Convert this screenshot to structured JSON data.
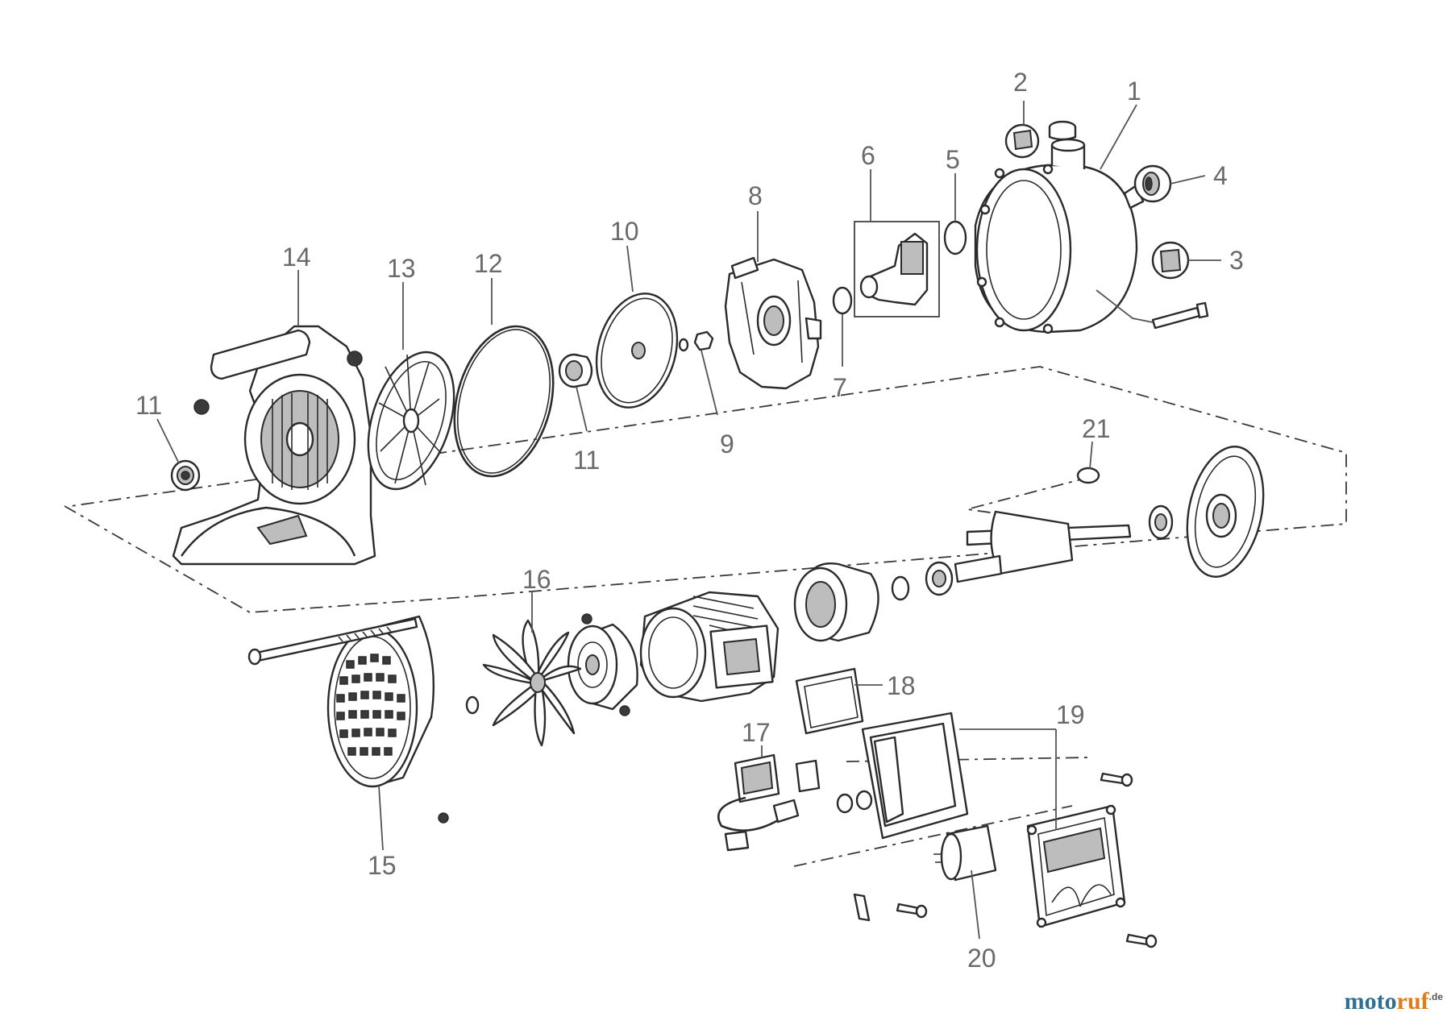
{
  "labels": [
    {
      "id": "1",
      "text": "1"
    },
    {
      "id": "2",
      "text": "2"
    },
    {
      "id": "3",
      "text": "3"
    },
    {
      "id": "4",
      "text": "4"
    },
    {
      "id": "5",
      "text": "5"
    },
    {
      "id": "6",
      "text": "6"
    },
    {
      "id": "7",
      "text": "7"
    },
    {
      "id": "8",
      "text": "8"
    },
    {
      "id": "9",
      "text": "9"
    },
    {
      "id": "10",
      "text": "10"
    },
    {
      "id": "11a",
      "text": "11"
    },
    {
      "id": "11b",
      "text": "11"
    },
    {
      "id": "12",
      "text": "12"
    },
    {
      "id": "13",
      "text": "13"
    },
    {
      "id": "14",
      "text": "14"
    },
    {
      "id": "15",
      "text": "15"
    },
    {
      "id": "16",
      "text": "16"
    },
    {
      "id": "17",
      "text": "17"
    },
    {
      "id": "18",
      "text": "18"
    },
    {
      "id": "19",
      "text": "19"
    },
    {
      "id": "20",
      "text": "20"
    },
    {
      "id": "21",
      "text": "21"
    }
  ],
  "brand": {
    "part1": "moto",
    "part2": "ruf",
    "tld": ".de"
  },
  "colors": {
    "line": "#2b2b2b",
    "label": "#6a6a6a",
    "brand_blue": "#2f6f8f",
    "brand_orange": "#e07b1a"
  }
}
